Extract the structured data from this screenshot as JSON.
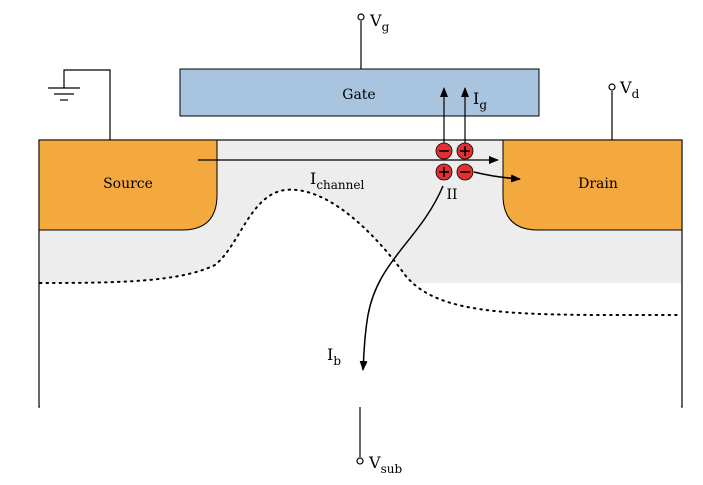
{
  "terminals": {
    "vg": {
      "main": "V",
      "sub": "g"
    },
    "vd": {
      "main": "V",
      "sub": "d"
    },
    "vsub": {
      "main": "V",
      "sub": "sub"
    }
  },
  "regions": {
    "gate": "Gate",
    "source": "Source",
    "drain": "Drain"
  },
  "currents": {
    "channel": {
      "main": "I",
      "sub": "channel"
    },
    "gate": {
      "main": "I",
      "sub": "g"
    },
    "bulk": {
      "main": "I",
      "sub": "b"
    },
    "ii": "II"
  },
  "colors": {
    "gate_fill": "#a9c4df",
    "source_drain_fill": "#f4a93f",
    "depletion_fill": "#ededed",
    "charge_fill": "#e23030"
  },
  "icons": {
    "ground": "ground-symbol-icon",
    "electron": "minus-charge-icon",
    "hole": "plus-charge-icon"
  }
}
